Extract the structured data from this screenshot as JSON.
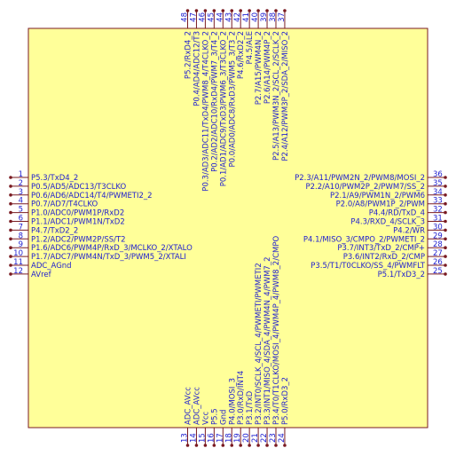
{
  "colors": {
    "body_fill": "#ffff99",
    "body_stroke": "#7a1b22",
    "pin": "#7a1b22",
    "text": "#1e1ecf"
  },
  "component": {
    "pins_left": [
      {
        "num": "1",
        "name": "P5.3/TxD4_2"
      },
      {
        "num": "2",
        "name": "P0.5/AD5/ADC13/T3CLKO"
      },
      {
        "num": "3",
        "name": "P0.6/AD6/ADC14/T4/PWMETI2_2"
      },
      {
        "num": "4",
        "name": "P0.7/AD7/T4CLKO"
      },
      {
        "num": "5",
        "name": "P1.0/ADC0/PWM1P/RxD2"
      },
      {
        "num": "6",
        "name": "P1.1/ADC1/PWM1N/TxD2"
      },
      {
        "num": "7",
        "name": "P4.7/TxD2_2"
      },
      {
        "num": "8",
        "name": "P1.2/ADC2/PWM2P/SS/T2"
      },
      {
        "num": "9",
        "name": "P1.6/ADC6/PWM4P/RxD_3/MCLKO_2/XTALO"
      },
      {
        "num": "10",
        "name": "P1.7/ADC7/PWM4N/TxD_3/PWM5_2/XTALI"
      },
      {
        "num": "11",
        "name": "ADC_AGnd"
      },
      {
        "num": "12",
        "name": "AVref"
      }
    ],
    "pins_right": [
      {
        "num": "36",
        "name": "P2.3/A11/PWM2N_2/PWM8/MOSI_2"
      },
      {
        "num": "35",
        "name": "P2.2/A10/PWM2P_2/PWM7/SS_2"
      },
      {
        "num": "34",
        "name": "P2.1/A9/PWM1N_2/PWM6"
      },
      {
        "num": "33",
        "name": "P2.0/A8/PWM1P_2/PWM"
      },
      {
        "num": "32",
        "name": "P4.4/RD/TxD_4"
      },
      {
        "num": "31",
        "name": "P4.3/RXD_4/SCLK_3"
      },
      {
        "num": "30",
        "name": "P4.2/WR"
      },
      {
        "num": "29",
        "name": "P4.1/MISO_3/CMPO_2/PWMETI_2"
      },
      {
        "num": "28",
        "name": "P3.7/INT3/TxD_2/CMP+"
      },
      {
        "num": "27",
        "name": "P3.6/INT2/RxD_2/CMP"
      },
      {
        "num": "26",
        "name": "P3.5/T1/T0CLKO/SS_4/PWMFLT"
      },
      {
        "num": "25",
        "name": "P5.1/TxD3_2"
      }
    ],
    "pins_bottom": [
      {
        "num": "13",
        "name": "ADC_AVcc"
      },
      {
        "num": "14",
        "name": "ADC_AVcc"
      },
      {
        "num": "15",
        "name": "Vcc"
      },
      {
        "num": "16",
        "name": "P5.5"
      },
      {
        "num": "17",
        "name": "Gnd"
      },
      {
        "num": "18",
        "name": "P4.0/MOSI_3"
      },
      {
        "num": "19",
        "name": "P3.0/RxD/INT4"
      },
      {
        "num": "20",
        "name": "P3.1/TxD"
      },
      {
        "num": "21",
        "name": "P3.2/INT0/SCLK_4/SCL_4/PWMETI/PWMETI2"
      },
      {
        "num": "22",
        "name": "P3.3/INT1/MISO_4/SDA_4/PWM4N_4/PWM7_2"
      },
      {
        "num": "23",
        "name": "P3.4/T0/T1CLKO/MOSI_4/PWM4P_4/PWM8_2/CMPO"
      },
      {
        "num": "24",
        "name": "P5.0/RxD3_2"
      }
    ],
    "pins_top": [
      {
        "num": "48",
        "name": "P5.2/RxD4_2"
      },
      {
        "num": "47",
        "name": "P0.4/AD4/ADC12/T3"
      },
      {
        "num": "46",
        "name": "P0.3/AD3/ADC11/TxD4/PWM8_4/T4CLKO_2"
      },
      {
        "num": "45",
        "name": "P0.2/AD2/ADC10/RxD4/PWM7_3/T4_2"
      },
      {
        "num": "44",
        "name": "P0.1/AD1/ADC9/TxD3/PWM6_3/T3CLKO_2"
      },
      {
        "num": "43",
        "name": "P0.0/AD0/ADC8/RxD3/PWM5_3/T3_2"
      },
      {
        "num": "42",
        "name": "P4.6/RxD2_2"
      },
      {
        "num": "41",
        "name": "P4.5/ALE"
      },
      {
        "num": "40",
        "name": "P2.7/A15/PWM4N_2"
      },
      {
        "num": "39",
        "name": "P2.6/A14/PWM4P_2"
      },
      {
        "num": "38",
        "name": "P2.5/A13/PWM3N_2/SCL_2/SCLK_2"
      },
      {
        "num": "37",
        "name": "P2.4/A12/PWM3P_2/SDA_2/MISO_2"
      }
    ]
  }
}
